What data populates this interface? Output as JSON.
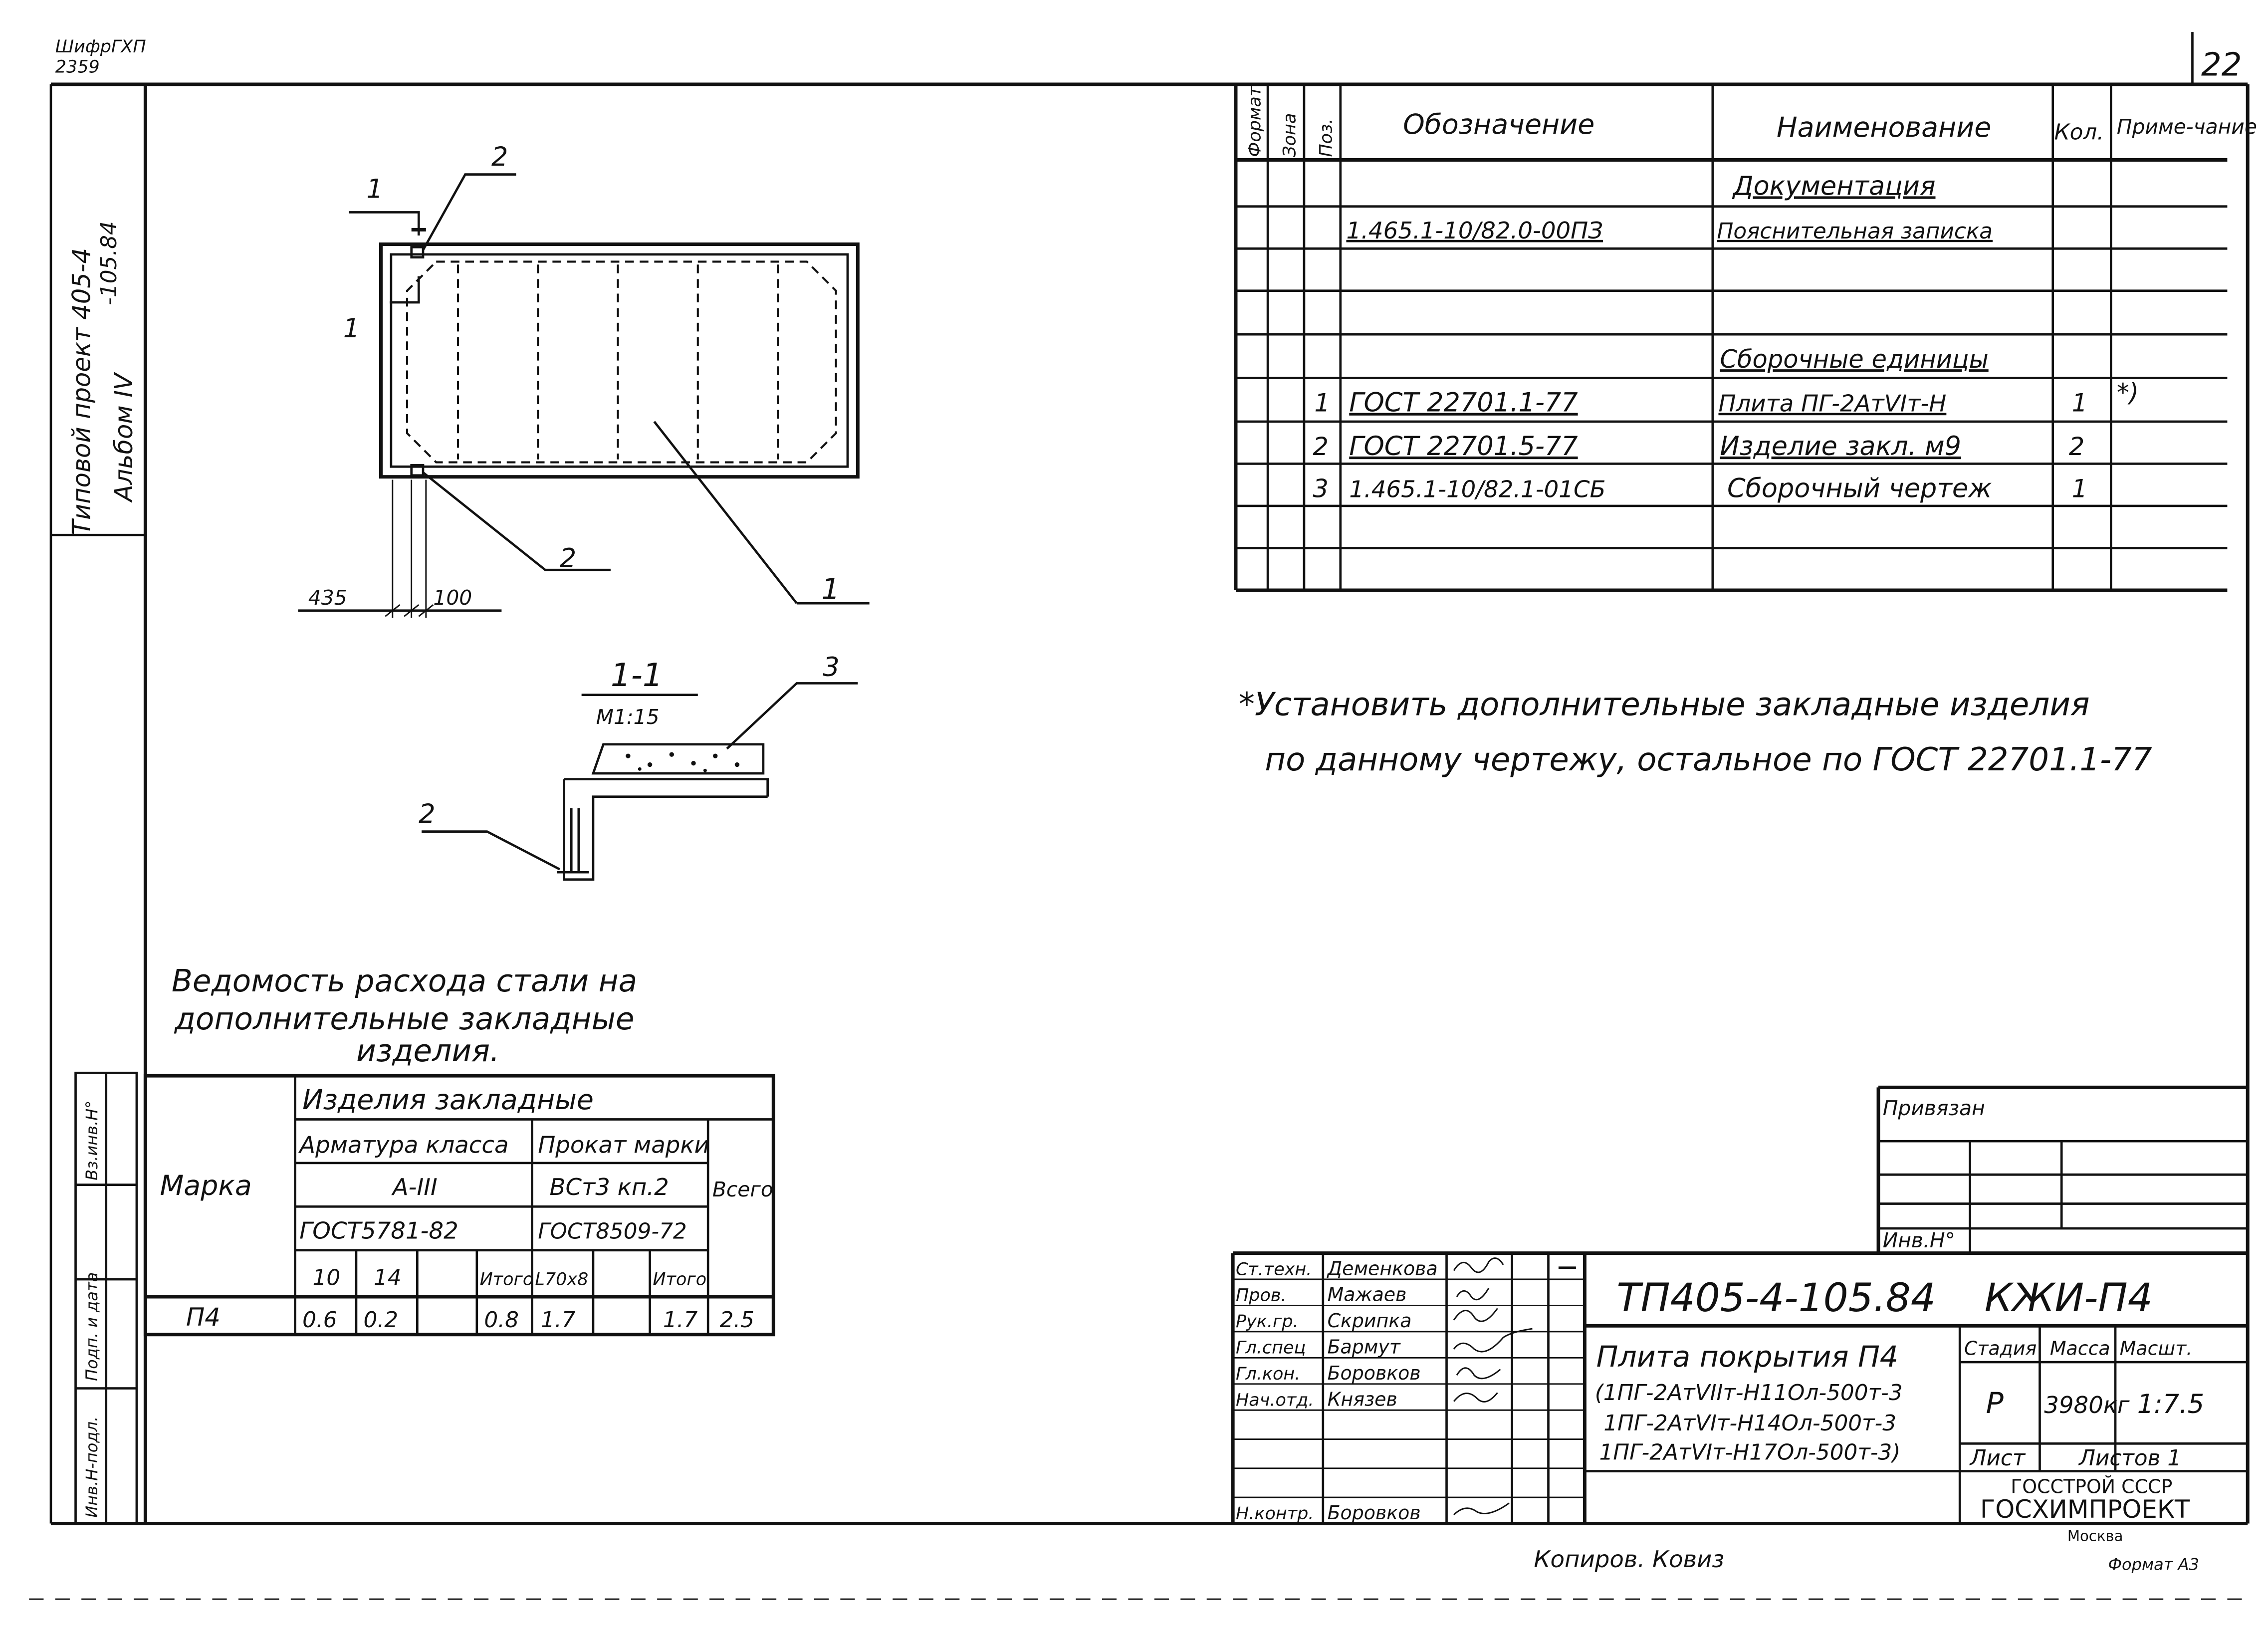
{
  "corner": {
    "code_line1": "ШифрГХП",
    "code_line2": "2359",
    "page_number": "22"
  },
  "side": {
    "project_title": "Типовой проект 405-4",
    "project_number": "-105.84",
    "album": "Альбом IV",
    "stamp_labels": [
      "Инв.Н-подл.",
      "Подп. и дата",
      "Вз.инв.Н°"
    ]
  },
  "plan": {
    "leaders": [
      "1",
      "2",
      "2",
      "1"
    ],
    "section_mark": "1",
    "dims": [
      "435",
      "100"
    ]
  },
  "section": {
    "title": "1-1",
    "scale": "М1:15",
    "leaders": [
      "3",
      "2"
    ]
  },
  "spec": {
    "headers": [
      "Формат",
      "Зона",
      "Поз.",
      "Обозначение",
      "Наименование",
      "Кол.",
      "Приме-чание"
    ],
    "rows": [
      {
        "pos": "",
        "designation": "",
        "name": "Документация",
        "qty": "",
        "note": ""
      },
      {
        "pos": "",
        "designation": "1.465.1-10/82.0-00ПЗ",
        "name": "Пояснительная записка",
        "qty": "",
        "note": ""
      },
      {
        "pos": "",
        "designation": "",
        "name": "",
        "qty": "",
        "note": ""
      },
      {
        "pos": "",
        "designation": "",
        "name": "Сборочные единицы",
        "qty": "",
        "note": ""
      },
      {
        "pos": "1",
        "designation": "ГОСТ 22701.1-77",
        "name": "Плита ПГ-2АтVIт-Н",
        "qty": "1",
        "note": "*)"
      },
      {
        "pos": "2",
        "designation": "ГОСТ 22701.5-77",
        "name": "Изделие закл. м9",
        "qty": "2",
        "note": ""
      },
      {
        "pos": "3",
        "designation": "1.465.1-10/82.1-01СБ",
        "name": "Сборочный чертеж",
        "qty": "1",
        "note": ""
      },
      {
        "pos": "",
        "designation": "",
        "name": "",
        "qty": "",
        "note": ""
      },
      {
        "pos": "",
        "designation": "",
        "name": "",
        "qty": "",
        "note": ""
      }
    ]
  },
  "note": {
    "line1": "*Установить дополнительные закладные изделия",
    "line2": "по данному чертежу, остальное по ГОСТ 22701.1-77"
  },
  "steel": {
    "title_line1": "Ведомость расхода стали на",
    "title_line2": "дополнительные закладные",
    "title_line3": "изделия.",
    "col_mark": "Марка",
    "col_group": "Изделия закладные",
    "rebar_class": "Арматура класса",
    "rebar_grade": "А-III",
    "rebar_gost": "ГОСТ5781-82",
    "rolled_grade": "Прокат марки",
    "rolled_steel": "ВСт3 кп.2",
    "rolled_gost": "ГОСТ8509-72",
    "col_total": "Всего",
    "sub": [
      "10",
      "14",
      "Итого",
      "L70х8",
      "",
      "Итого"
    ],
    "row": {
      "mark": "П4",
      "values": [
        "0.6",
        "0.2",
        "",
        "0.8",
        "1.7",
        "",
        "1.7",
        "2.5"
      ]
    }
  },
  "tb": {
    "tied": "Привязан",
    "inv": "Инв.Н°",
    "roles": [
      "Ст.техн.",
      "Пров.",
      "Рук.гр.",
      "Гл.спец",
      "Гл.кон.",
      "Нач.отд.",
      "",
      "",
      "",
      "Н.контр."
    ],
    "names": [
      "Деменкова",
      "Мажаев",
      "Скрипка",
      "Бармут",
      "Боровков",
      "Князев",
      "",
      "",
      "",
      "Боровков"
    ],
    "doc_code": "ТП405-4-105.84",
    "sheet_code": "КЖИ-П4",
    "item_title": "Плита покрытия П4",
    "item_lines": [
      "(1ПГ-2АтVIIт-Н11Ол-500т-3",
      "1ПГ-2АтVIт-Н14Ол-500т-3",
      "1ПГ-2АтVIт-Н17Ол-500т-3)"
    ],
    "stage_label": "Стадия",
    "mass_label": "Масса",
    "scale_label": "Масшт.",
    "stage": "Р",
    "mass": "3980кг",
    "scale": "1:7.5",
    "sheet_label": "Лист",
    "sheets_label": "Листов 1",
    "org1": "ГОССТРОЙ СССР",
    "org2": "ГОСХИМПРОЕКТ",
    "city": "Москва",
    "copied": "Копиров. Ковиз",
    "format": "Формат А3"
  }
}
